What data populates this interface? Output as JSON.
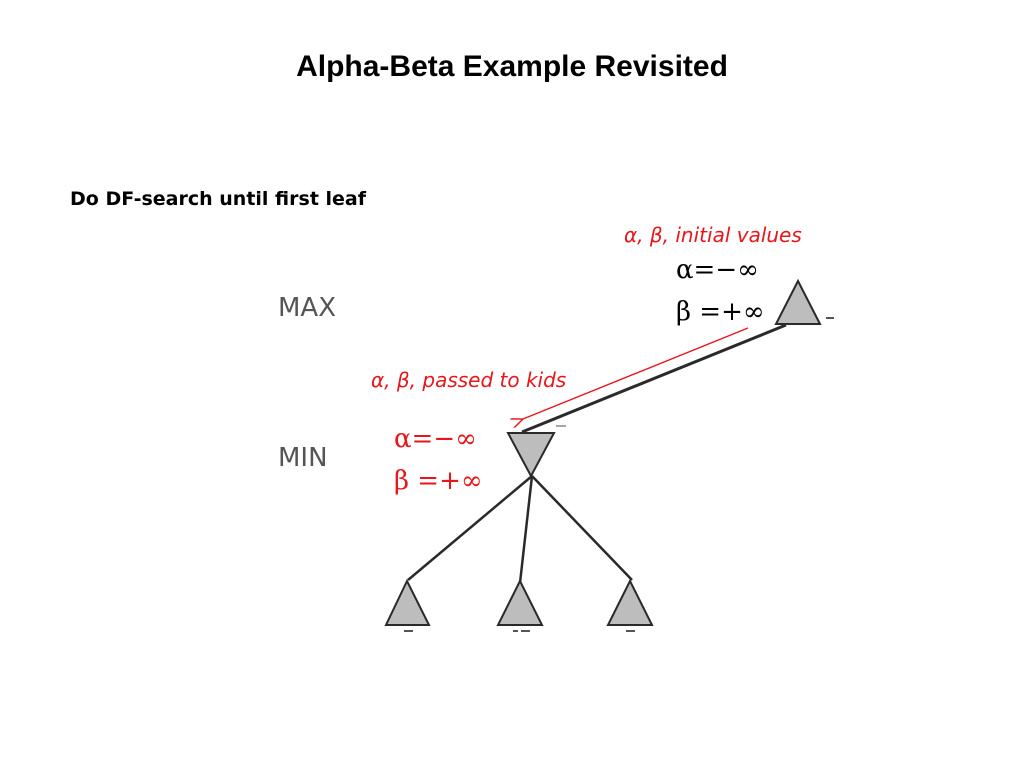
{
  "slide": {
    "title": "Alpha-Beta Example Revisited",
    "subtitle": "Do DF-search until first leaf"
  },
  "levels": {
    "max_label": "MAX",
    "min_label": "MIN"
  },
  "annotations": {
    "initial_values_note": "α, β, initial values",
    "root_alpha": "α=−∞",
    "root_beta": "β =+∞",
    "passed_note": "α, β, passed to kids",
    "min_alpha": "α=−∞",
    "min_beta": "β =+∞"
  },
  "colors": {
    "node_fill": "#bdbdbd",
    "edge": "#2a2a2a",
    "annotation": "#e8151b",
    "level_label": "#555555"
  }
}
